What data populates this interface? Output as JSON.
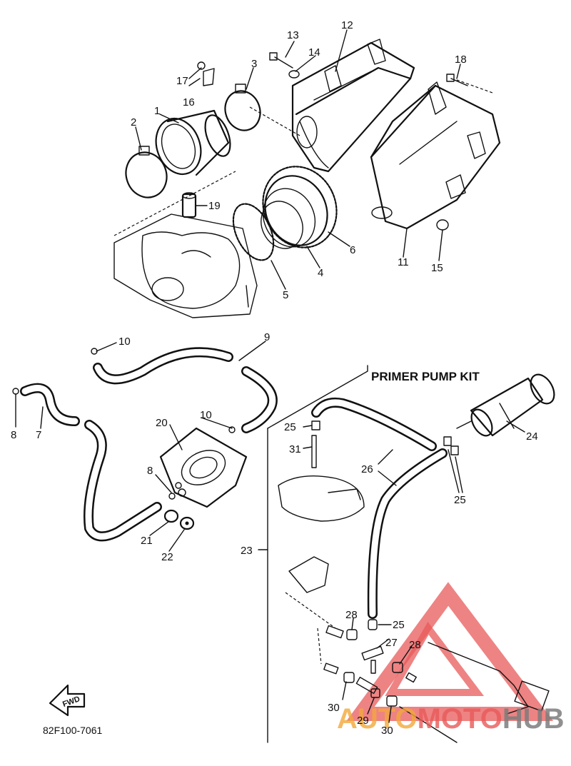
{
  "kit_title": "PRIMER PUMP KIT",
  "diagram_code": "82F100-7061",
  "fwd_label": "FWD",
  "watermark": {
    "part1": "AUTO",
    "part2": "MOTO",
    "part3": "HUB"
  },
  "callouts": {
    "c1": "1",
    "c2": "2",
    "c3": "3",
    "c4": "4",
    "c5": "5",
    "c6": "6",
    "c7": "7",
    "c8a": "8",
    "c8b": "8",
    "c9": "9",
    "c10a": "10",
    "c10b": "10",
    "c11": "11",
    "c12": "12",
    "c13": "13",
    "c14": "14",
    "c15": "15",
    "c16": "16",
    "c17": "17",
    "c18": "18",
    "c19": "19",
    "c20": "20",
    "c21": "21",
    "c22": "22",
    "c23": "23",
    "c24": "24",
    "c25a": "25",
    "c25b": "25",
    "c25c": "25",
    "c26": "26",
    "c27": "27",
    "c28a": "28",
    "c28b": "28",
    "c29": "29",
    "c30a": "30",
    "c30b": "30",
    "c31": "31"
  }
}
